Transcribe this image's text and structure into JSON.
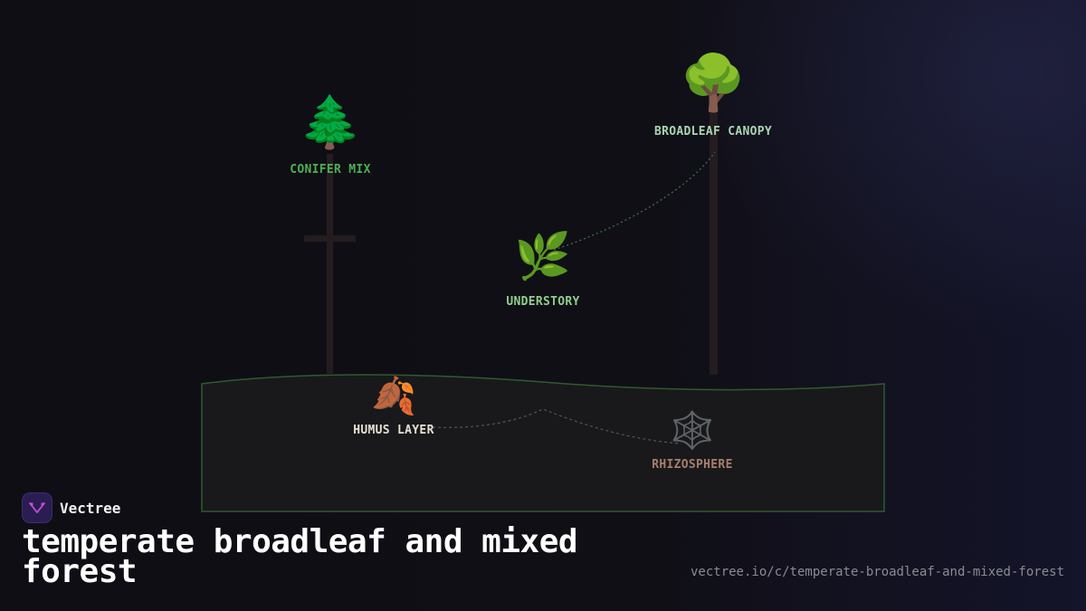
{
  "diagram": {
    "nodes": [
      {
        "id": "conifer-mix",
        "icon": "evergreen-tree-icon",
        "glyph": "🌲",
        "label": "CONIFER MIX",
        "color": "#4caf50"
      },
      {
        "id": "broadleaf-canopy",
        "icon": "deciduous-tree-icon",
        "glyph": "🌳",
        "label": "BROADLEAF CANOPY",
        "color": "#a8d5b0"
      },
      {
        "id": "understory",
        "icon": "herb-icon",
        "glyph": "🌿",
        "label": "UNDERSTORY",
        "color": "#8fcf8a"
      },
      {
        "id": "humus-layer",
        "icon": "fallen-leaf-icon",
        "glyph": "🍂",
        "label": "HUMUS LAYER",
        "color": "#e6e0d4"
      },
      {
        "id": "rhizosphere",
        "icon": "spider-web-icon",
        "glyph": "🕸️",
        "label": "RHIZOSPHERE",
        "color": "#a87e6c"
      }
    ],
    "colors": {
      "ground_fill": "#19191b",
      "ground_stroke": "#2f5a30",
      "trunk": "#241c1e",
      "canopy_link": "#3f7a45",
      "soil_link": "#555555"
    }
  },
  "brand": {
    "name": "Vectree",
    "logo_icon": "vectree-logo-icon"
  },
  "title": "temperate broadleaf and mixed forest",
  "url": "vectree.io/c/temperate-broadleaf-and-mixed-forest"
}
